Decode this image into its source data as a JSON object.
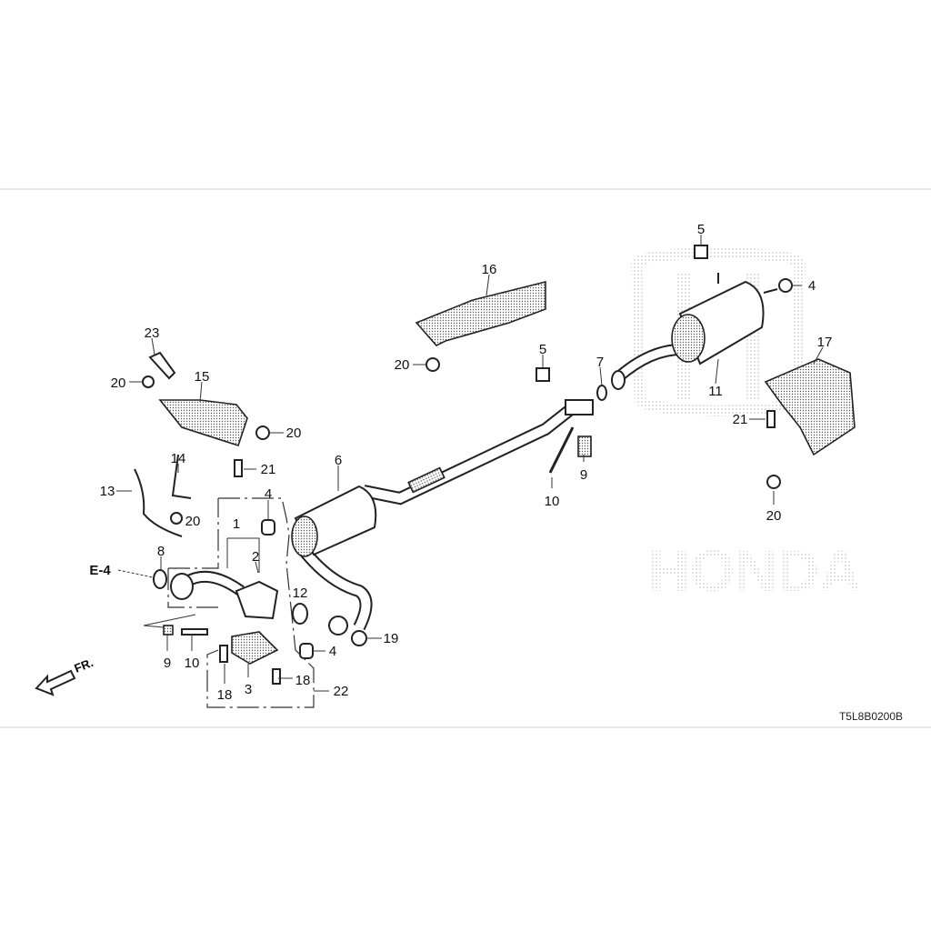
{
  "diagram": {
    "logo_text": "HONDA",
    "code": "T5L8B0200B",
    "direction_label": "FR.",
    "reference": "E-4",
    "callouts": [
      "5",
      "4",
      "16",
      "17",
      "23",
      "15",
      "20",
      "20",
      "5",
      "7",
      "20",
      "11",
      "21",
      "14",
      "21",
      "6",
      "9",
      "10",
      "13",
      "4",
      "20",
      "20",
      "1",
      "8",
      "2",
      "12",
      "19",
      "4",
      "9",
      "10",
      "3",
      "18",
      "18",
      "22"
    ]
  }
}
